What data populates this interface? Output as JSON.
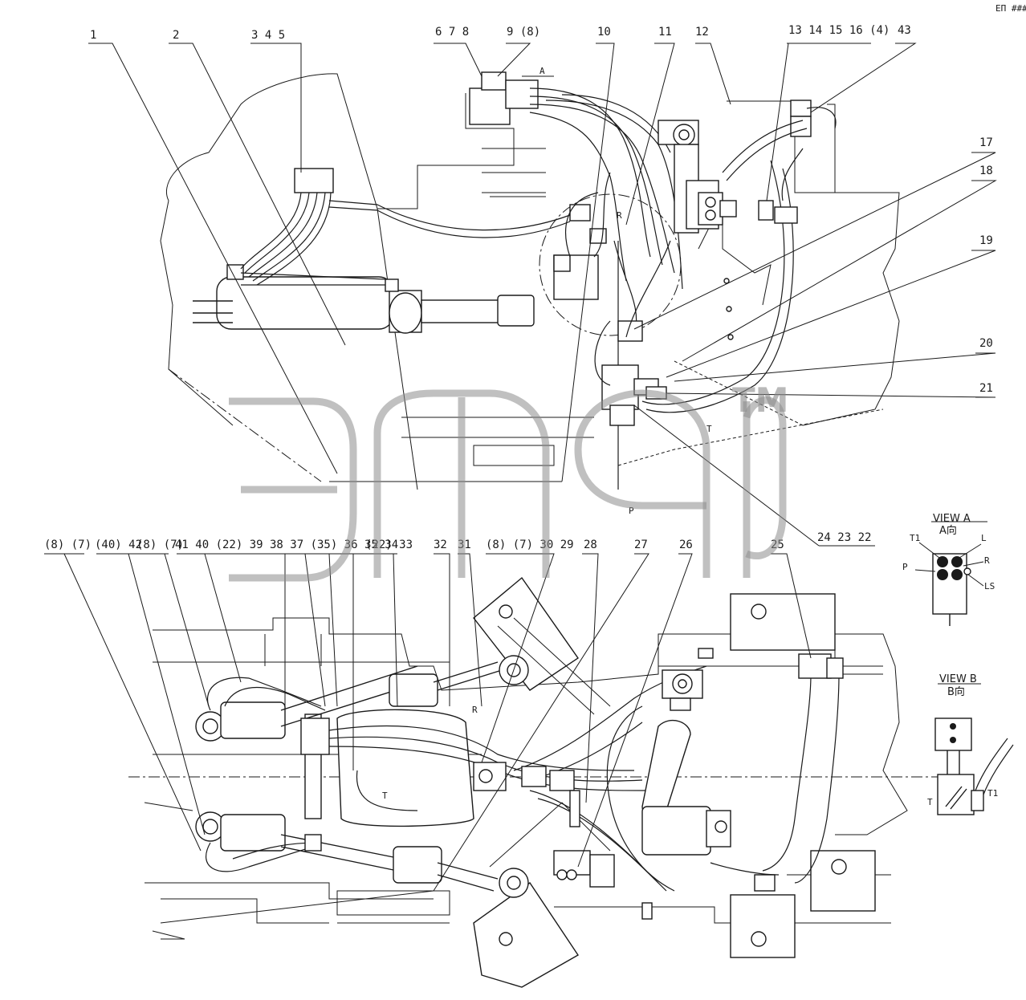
{
  "corner_note": "ЕП ###",
  "callouts_top": [
    {
      "id": "c1",
      "text": "1"
    },
    {
      "id": "c2",
      "text": "2"
    },
    {
      "id": "c3",
      "text": "3 4 5"
    },
    {
      "id": "c6",
      "text": "6 7 8"
    },
    {
      "id": "c9",
      "text": "9 (8)"
    },
    {
      "id": "c10",
      "text": "10"
    },
    {
      "id": "c11",
      "text": "11"
    },
    {
      "id": "c12",
      "text": "12"
    },
    {
      "id": "c13",
      "text": "13 14 15 16 (4)"
    },
    {
      "id": "c43",
      "text": "43"
    },
    {
      "id": "c17",
      "text": "17"
    },
    {
      "id": "c18",
      "text": "18"
    },
    {
      "id": "c19",
      "text": "19"
    },
    {
      "id": "c20",
      "text": "20"
    },
    {
      "id": "c21",
      "text": "21"
    },
    {
      "id": "c24",
      "text": "24 23 22"
    }
  ],
  "callouts_bottom": [
    {
      "id": "b1",
      "text": "(8) (7)"
    },
    {
      "id": "b2",
      "text": "(40) 42"
    },
    {
      "id": "b3",
      "text": "(8) (7)"
    },
    {
      "id": "b4",
      "text": "41 40 (22) 39 38 37 (35) 36 35 34"
    },
    {
      "id": "b5",
      "text": "(22) 33"
    },
    {
      "id": "b6",
      "text": "32"
    },
    {
      "id": "b7",
      "text": "31"
    },
    {
      "id": "b8",
      "text": "(8) (7) 30 29"
    },
    {
      "id": "b9",
      "text": "28"
    },
    {
      "id": "b10",
      "text": "27"
    },
    {
      "id": "b11",
      "text": "26"
    },
    {
      "id": "b12",
      "text": "25"
    }
  ],
  "port_labels": {
    "a": "A",
    "r": "R",
    "t": "T",
    "p": "P"
  },
  "view_a": {
    "title": "VIEW A",
    "subtitle": "A向",
    "t1": "T1",
    "l": "L",
    "r": "R",
    "p": "P",
    "ls": "LS"
  },
  "view_b": {
    "title": "VIEW B",
    "subtitle": "B向",
    "t": "T",
    "t1": "T1"
  },
  "watermark": {
    "text": "эпд",
    "mark": "TM"
  },
  "colors": {
    "ink": "#1a1a1a",
    "watermark": "#8c8c8c",
    "background": "#ffffff"
  }
}
